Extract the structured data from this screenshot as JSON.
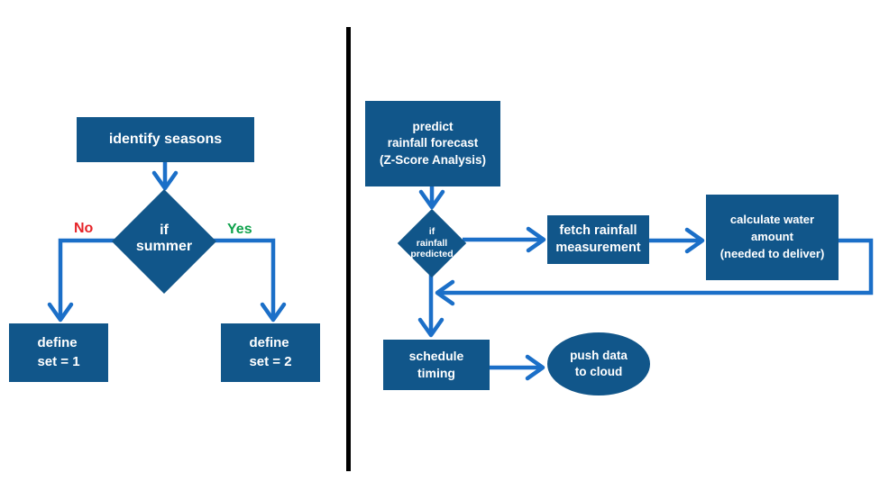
{
  "palette": {
    "node_fill": "#11568A",
    "arrow": "#1B6FC8",
    "divider": "#000000",
    "no_color": "#E62429",
    "yes_color": "#0FA24C",
    "node_text": "#FFFFFF",
    "background": "#FFFFFF"
  },
  "left_flowchart": {
    "nodes": {
      "identify_seasons": {
        "label": "identify seasons"
      },
      "if_summer": {
        "lines": [
          "if",
          "summer"
        ]
      },
      "define_set_1": {
        "lines": [
          "define",
          "set = 1"
        ]
      },
      "define_set_2": {
        "lines": [
          "define",
          "set = 2"
        ]
      }
    },
    "branch_labels": {
      "no": "No",
      "yes": "Yes"
    }
  },
  "right_flowchart": {
    "nodes": {
      "predict_rainfall": {
        "lines": [
          "predict",
          "rainfall forecast",
          "(Z-Score Analysis)"
        ]
      },
      "if_rainfall_predicted": {
        "lines": [
          "if",
          "rainfall",
          "predicted"
        ]
      },
      "fetch_rainfall": {
        "lines": [
          "fetch rainfall",
          "measurement"
        ]
      },
      "calculate_water": {
        "lines": [
          "calculate water",
          "amount",
          "(needed to deliver)"
        ]
      },
      "schedule_timing": {
        "lines": [
          "schedule",
          "timing"
        ]
      },
      "push_data": {
        "lines": [
          "push data",
          "to cloud"
        ]
      }
    }
  }
}
